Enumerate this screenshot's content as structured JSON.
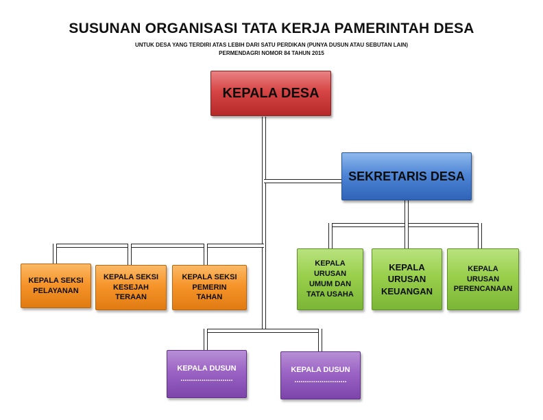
{
  "header": {
    "title": "SUSUNAN ORGANISASI TATA KERJA PAMERINTAH DESA",
    "subtitle_1": "UNTUK DESA YANG TERDIRI ATAS LEBIH DARI SATU PERDIKAN (PUNYA DUSUN ATAU SEBUTAN LAIN)",
    "subtitle_2": "PERMENDAGRI NOMOR 84 TAHUN 2015"
  },
  "chart": {
    "head": {
      "label": "KEPALA DESA",
      "color": "#d64545"
    },
    "secretary": {
      "label": "SEKRETARIS DESA",
      "color": "#4f86d6"
    },
    "sections": [
      {
        "label": "KEPALA SEKSI\nPELAYANAN",
        "color": "#f6952b"
      },
      {
        "label": "KEPALA SEKSI\nKESEJAH\nTERAAN",
        "color": "#f6952b"
      },
      {
        "label": "KEPALA SEKSI\nPEMERIN\nTAHAN",
        "color": "#f6952b"
      }
    ],
    "affairs": [
      {
        "label": "KEPALA\nURUSAN\nUMUM DAN\nTATA USAHA",
        "color": "#98cf4b"
      },
      {
        "label": "KEPALA\nURUSAN\nKEUANGAN",
        "color": "#98cf4b"
      },
      {
        "label": "KEPALA\nURUSAN\nPERENCANAAN",
        "color": "#98cf4b"
      }
    ],
    "hamlets": [
      {
        "label": "KEPALA DUSUN\n.........................",
        "color": "#9a63c4"
      },
      {
        "label": "KEPALA DUSUN\n.........................",
        "color": "#9a63c4"
      }
    ]
  }
}
